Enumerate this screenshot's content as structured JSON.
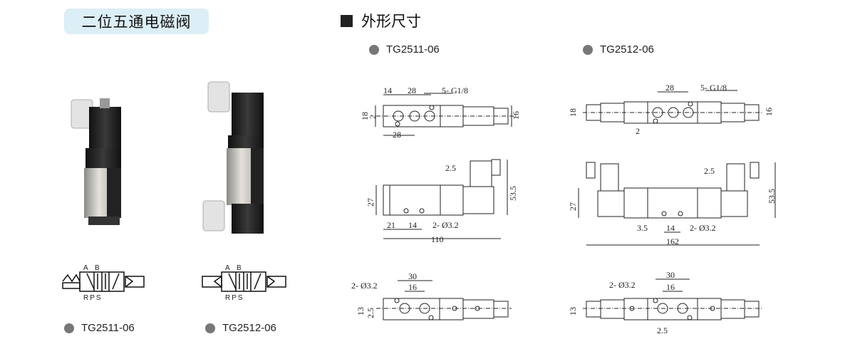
{
  "header": {
    "title": "二位五通电磁阀",
    "section_title": "外形尺寸"
  },
  "models": {
    "single": "TG2511-06",
    "double": "TG2512-06"
  },
  "symbol": {
    "port_a": "A",
    "port_b": "B",
    "ports_bottom": "RPS"
  },
  "dims_single": {
    "top_14": "14",
    "top_28": "28",
    "top_28b": "28",
    "thread": "5- G1/8",
    "h18": "18",
    "h2": "2",
    "h16": "16",
    "s2_5": "2.5",
    "s27": "27",
    "s53_5": "53.5",
    "s21": "21",
    "s14": "14",
    "hole": "2- Ø3.2",
    "len": "110",
    "b30": "30",
    "b16": "16",
    "b13": "13",
    "b2_5": "2.5",
    "bhole": "2- Ø3.2"
  },
  "dims_double": {
    "top_28": "28",
    "thread": "5- G1/8",
    "h18": "18",
    "h2": "2",
    "h16": "16",
    "s2_5": "2.5",
    "s27": "27",
    "s53_5": "53.5",
    "s3_5": "3.5",
    "s14": "14",
    "hole": "2- Ø3.2",
    "len": "162",
    "b30": "30",
    "b16": "16",
    "b13": "13",
    "b2_5": "2.5",
    "bhole": "2- Ø3.2"
  }
}
